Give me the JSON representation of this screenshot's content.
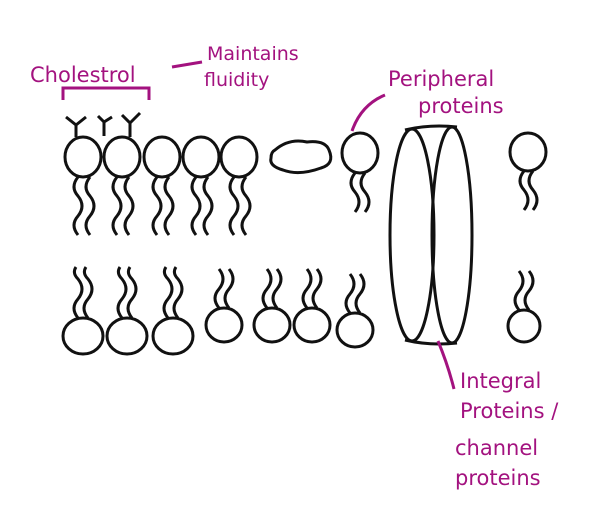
{
  "labels": {
    "cholesterol": "Cholestrol",
    "maintains_line1": "Maintains",
    "maintains_line2": "fluidity",
    "peripheral_line1": "Peripheral",
    "peripheral_line2": "proteins",
    "integral_line1": "Integral",
    "integral_line2": "Proteins /",
    "channel_line1": "channel",
    "channel_line2": "proteins"
  },
  "colors": {
    "label": "#a3127f",
    "ink": "#111111",
    "background": "#ffffff"
  }
}
